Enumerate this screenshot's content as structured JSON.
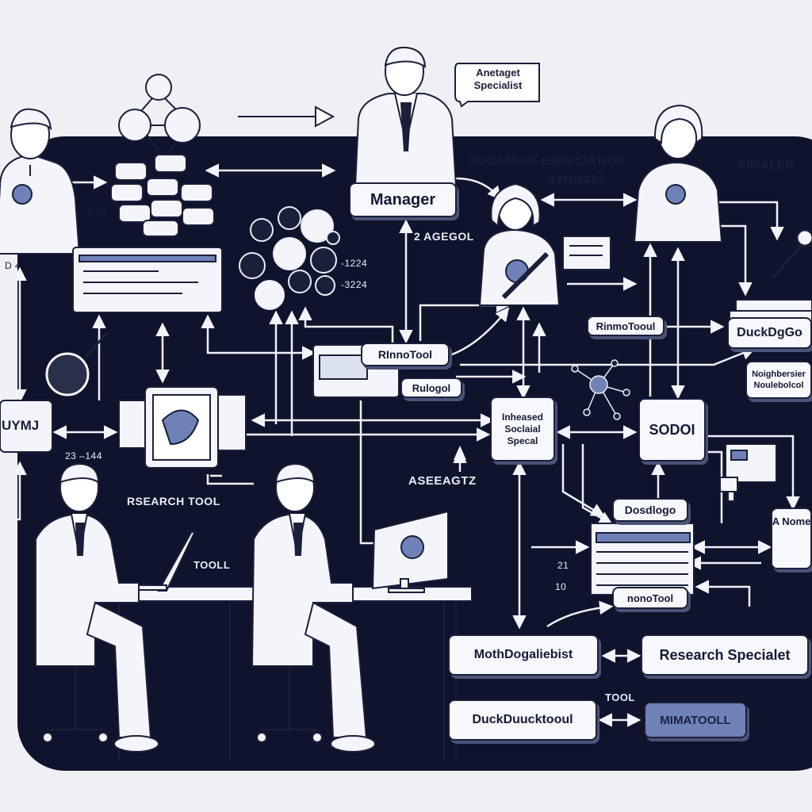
{
  "labels": {
    "manager": "Manager",
    "bubble_line1": "Anetaget",
    "bubble_line2": "Specialist",
    "header_line1": "COOAMIUG ESPECIATION",
    "header_line2": "SYODAEL",
    "top_right": "AIMALER",
    "mid_label": "2 AGEGOL",
    "rinno_tool": "RInnoTool",
    "rinmo_tool": "RinmoTooul",
    "rulogol": "Rulogol",
    "duckdgo": "DuckDgGo",
    "noighbor_line1": "Noighbersier",
    "noighbor_line2": "Noulebolcol",
    "inheased_line1": "Inheased",
    "inheased_line2": "Soclaial",
    "inheased_line3": "Specal",
    "sodoi": "SODOI",
    "uymj": "UYMJ",
    "research_tool": "RSEARCH TOOL",
    "tool_mid": "TOOLL",
    "aseagtz": "ASEEAGTZ",
    "dosdlogo": "Dosdlogo",
    "a_nome": "A Nome",
    "nono_tool": "nonoTool",
    "mathdogaliebist": "MothDogaliebist",
    "research_specialist": "Research Specialet",
    "duckduck_tool": "DuckDuucktooul",
    "tool_small": "TOOL",
    "mimatooll": "MIMATOOLL",
    "num_124": "-1224",
    "num_3224": "-3224",
    "num_23_144": "23 –144",
    "num_21": "21",
    "num_10": "10",
    "num_314": "5 14",
    "num_d4": "D 4"
  }
}
